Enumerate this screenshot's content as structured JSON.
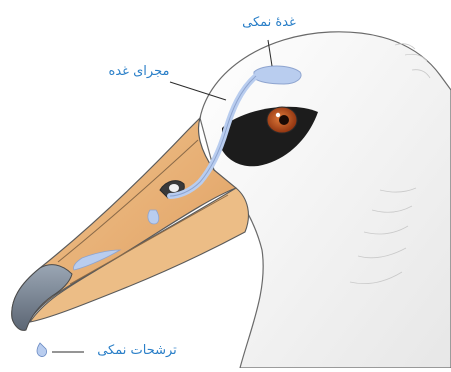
{
  "labels": {
    "salt_gland": "غدهٔ نمکی",
    "gland_duct": "مجرای غده",
    "salt_secretion": "ترشحات نمکی"
  },
  "colors": {
    "label_text": "#2a7fc8",
    "gland_fill": "#b9cdef",
    "beak_orange": "#e8b47a",
    "beak_tip": "#7e8a99",
    "eye_iris": "#b5461a",
    "eye_patch": "#1a1a1a",
    "head_white": "#f4f4f4",
    "outline": "#5a5a5a"
  }
}
